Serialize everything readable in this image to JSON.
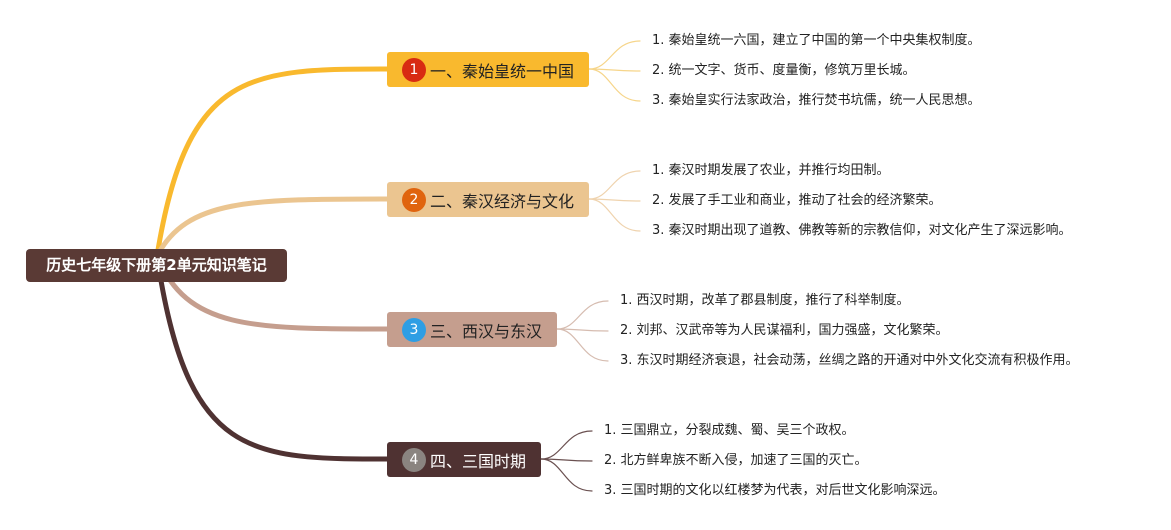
{
  "root": {
    "title": "历史七年级下册第2单元知识笔记"
  },
  "branches": [
    {
      "number": "1",
      "title": "一、秦始皇统一中国",
      "color": "#f9b92e",
      "badge_color": "#d82b12",
      "items": [
        "1. 秦始皇统一六国，建立了中国的第一个中央集权制度。",
        "2. 统一文字、货币、度量衡，修筑万里长城。",
        "3. 秦始皇实行法家政治，推行焚书坑儒，统一人民思想。"
      ]
    },
    {
      "number": "2",
      "title": "二、秦汉经济与文化",
      "color": "#ebc590",
      "badge_color": "#e0640e",
      "items": [
        "1. 秦汉时期发展了农业，并推行均田制。",
        "2. 发展了手工业和商业，推动了社会的经济繁荣。",
        "3. 秦汉时期出现了道教、佛教等新的宗教信仰，对文化产生了深远影响。"
      ]
    },
    {
      "number": "3",
      "title": "三、西汉与东汉",
      "color": "#c59e8e",
      "badge_color": "#2e9ee4",
      "items": [
        "1. 西汉时期，改革了郡县制度，推行了科举制度。",
        "2. 刘邦、汉武帝等为人民谋福利，国力强盛，文化繁荣。",
        "3. 东汉时期经济衰退，社会动荡，丝绸之路的开通对中外文化交流有积极作用。"
      ]
    },
    {
      "number": "4",
      "title": "四、三国时期",
      "color": "#4f3232",
      "badge_color": "#8a8480",
      "items": [
        "1. 三国鼎立，分裂成魏、蜀、吴三个政权。",
        "2. 北方鲜卑族不断入侵，加速了三国的灭亡。",
        "3. 三国时期的文化以红楼梦为代表，对后世文化影响深远。"
      ]
    }
  ]
}
